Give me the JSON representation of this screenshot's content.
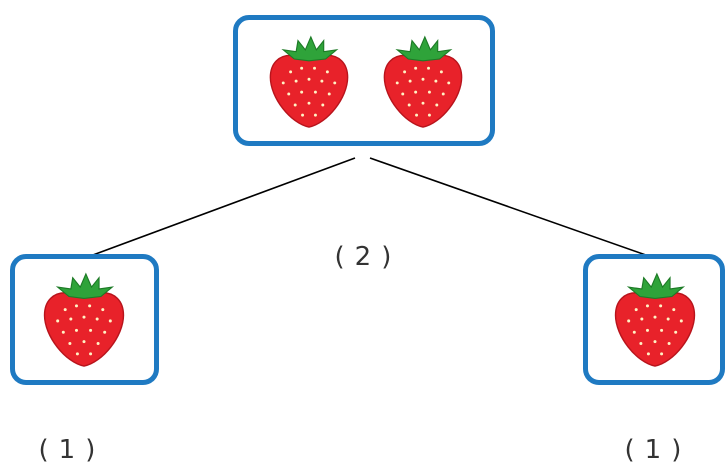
{
  "diagram": {
    "top": {
      "count": "2",
      "fruit": "strawberry-icon",
      "quantity": 2
    },
    "left": {
      "count": "1",
      "fruit": "strawberry-icon",
      "quantity": 1
    },
    "right": {
      "count": "1",
      "fruit": "strawberry-icon",
      "quantity": 1
    },
    "paren_open": "(",
    "paren_close": ")"
  },
  "colors": {
    "box_border": "#1f7ac2",
    "berry_red": "#e8222a",
    "leaf_green": "#2fa33a",
    "line": "#000000"
  }
}
